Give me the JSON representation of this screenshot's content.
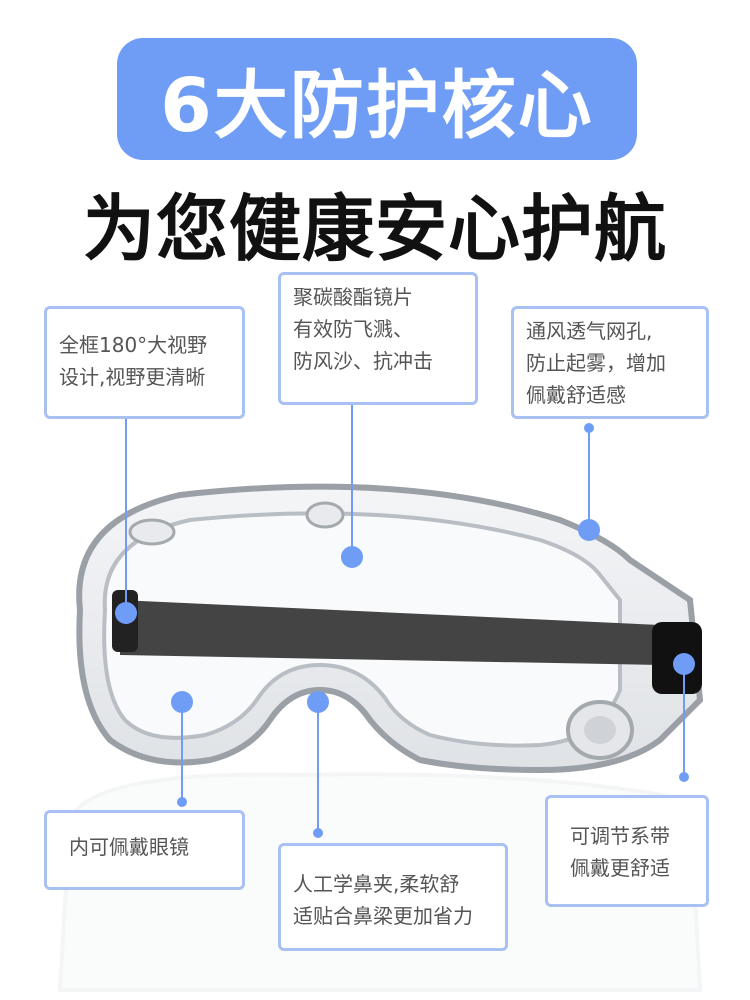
{
  "headline": {
    "title": "6大防护核心",
    "subtitle": "为您健康安心护航"
  },
  "colors": {
    "accent": "#6f9df5",
    "callout_border": "#a8c1f2",
    "marker": "#6f9df5",
    "text": "#555555"
  },
  "callouts": {
    "fov": {
      "lines": [
        "全框180°大视野",
        "设计,视野更清晰"
      ]
    },
    "lens": {
      "lines": [
        "聚碳酸酯镜片",
        "有效防飞溅、",
        "防风沙、抗冲击"
      ]
    },
    "vent": {
      "lines": [
        "通风透气网孔,",
        "防止起雾，增加",
        "佩戴舒适感"
      ]
    },
    "glasses": {
      "lines": [
        "内可佩戴眼镜"
      ]
    },
    "nose": {
      "lines": [
        "人工学鼻夹,柔软舒",
        "适贴合鼻梁更加省力"
      ]
    },
    "strap": {
      "lines": [
        "可调节系带",
        "佩戴更舒适"
      ]
    }
  }
}
